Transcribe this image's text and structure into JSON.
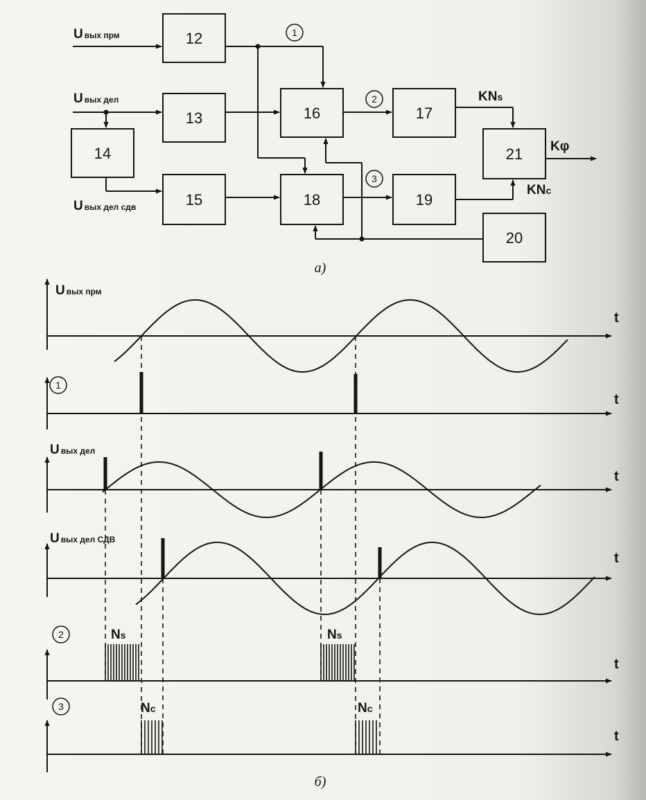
{
  "block_diagram": {
    "caption": "а)",
    "inputs": {
      "u_prm": {
        "main": "U",
        "sub": "вых прм"
      },
      "u_del": {
        "main": "U",
        "sub": "вых дел"
      },
      "u_del_sdv": {
        "main": "U",
        "sub": "вых дел сдв"
      }
    },
    "blocks": [
      "12",
      "13",
      "14",
      "15",
      "16",
      "17",
      "18",
      "19",
      "20",
      "21"
    ],
    "outputs": {
      "kns": {
        "main": "KN",
        "sub": "s"
      },
      "knc": {
        "main": "KN",
        "sub": "c"
      },
      "kphi": "Kφ"
    },
    "node_labels": [
      "1",
      "2",
      "3"
    ]
  },
  "timing_diagram": {
    "caption": "б)",
    "time_axis_label": "t",
    "traces": {
      "u_prm": {
        "main": "U",
        "sub": "вых прм"
      },
      "node1": "1",
      "u_del": {
        "main": "U",
        "sub": "вых дел"
      },
      "u_del_sdv": {
        "main": "U",
        "sub": "вых дел СДВ"
      },
      "node2": "2",
      "node3": "3"
    },
    "burst_labels": {
      "ns": {
        "main": "N",
        "sub": "s"
      },
      "nc": {
        "main": "N",
        "sub": "c"
      }
    }
  }
}
